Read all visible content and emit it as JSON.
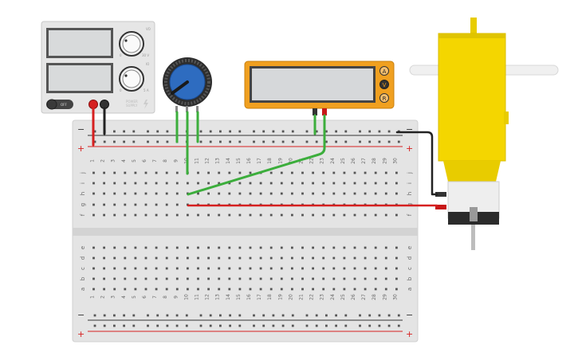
{
  "power_supply": {
    "off_label": "OFF",
    "volt_marks": [
      "0",
      "30 V"
    ],
    "amp_marks": [
      "0",
      "5 A"
    ],
    "knob_tags": [
      "VO",
      "IO"
    ],
    "brand_lines": [
      "POWER",
      "SUPPLY"
    ]
  },
  "multimeter": {
    "modes": [
      "A",
      "V",
      "R"
    ],
    "accent": "#f0a020"
  },
  "breadboard": {
    "columns": [
      "1",
      "2",
      "3",
      "4",
      "5",
      "6",
      "7",
      "8",
      "9",
      "10",
      "11",
      "12",
      "13",
      "14",
      "15",
      "16",
      "17",
      "18",
      "19",
      "20",
      "21",
      "22",
      "23",
      "24",
      "25",
      "26",
      "27",
      "28",
      "29",
      "30"
    ],
    "upper_rows": [
      "j",
      "i",
      "h",
      "g",
      "f"
    ],
    "lower_rows": [
      "e",
      "d",
      "c",
      "b",
      "a"
    ],
    "rail_minus": "−",
    "rail_plus": "+"
  },
  "colors": {
    "wire_green": "#3cae3c",
    "wire_red": "#d62020",
    "wire_black": "#222222",
    "motor_yellow": "#f4d600",
    "pot_blue": "#2e6cc0"
  }
}
